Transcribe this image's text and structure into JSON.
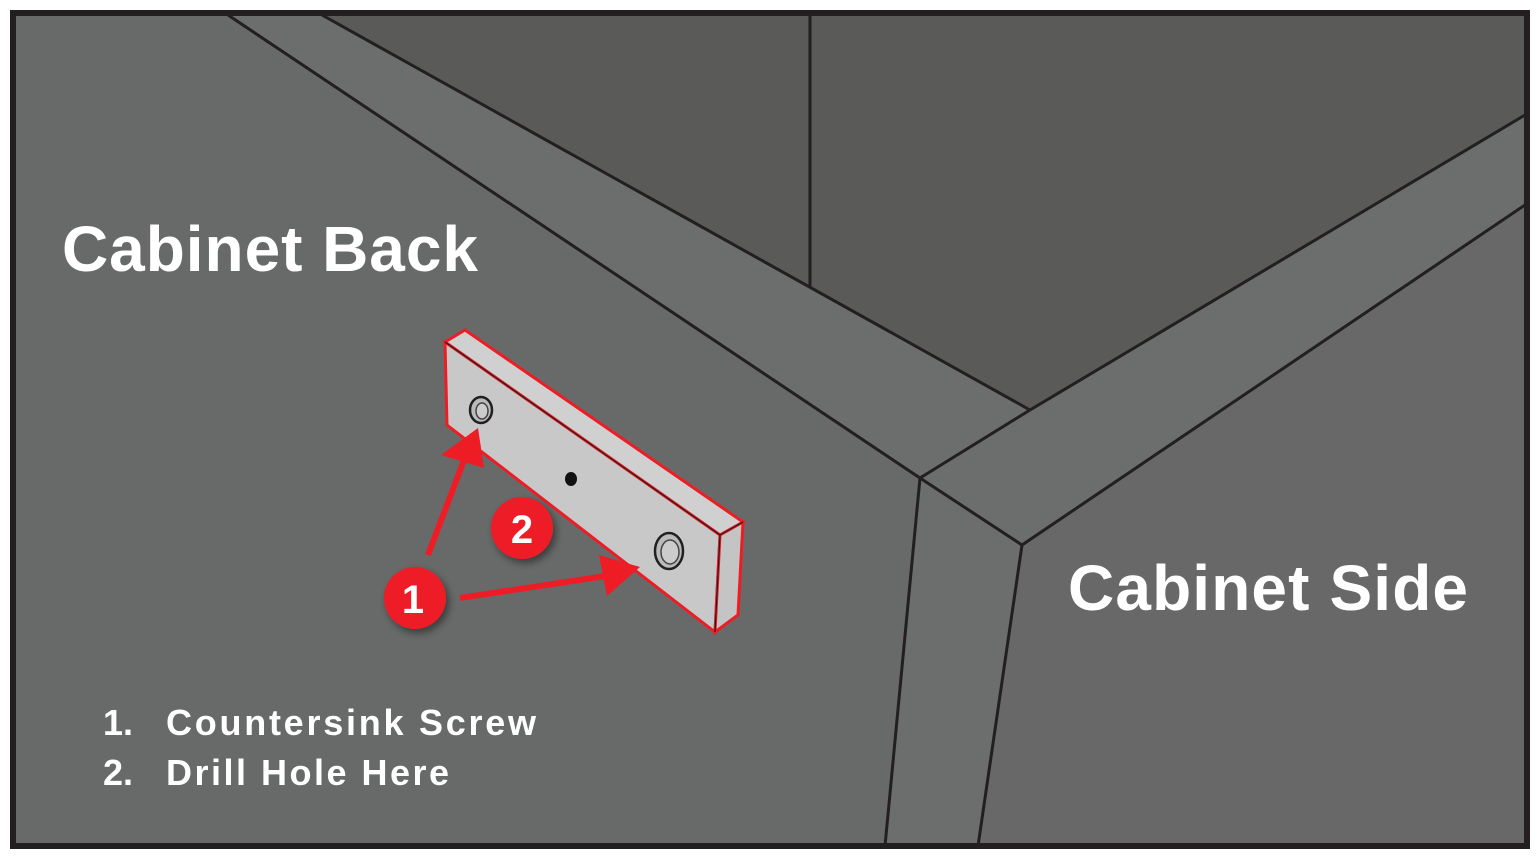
{
  "labels": {
    "cabinet_back": "Cabinet Back",
    "cabinet_side": "Cabinet Side"
  },
  "badges": {
    "one": "1",
    "two": "2"
  },
  "legend": [
    {
      "num": "1.",
      "text": "Countersink Screw"
    },
    {
      "num": "2.",
      "text": "Drill Hole Here"
    }
  ],
  "colors": {
    "accent": "#ee1c25",
    "panel": "#686a69",
    "interior": "#5a5a58",
    "bracket": "#c8c8c8",
    "frame": "#231f20"
  }
}
